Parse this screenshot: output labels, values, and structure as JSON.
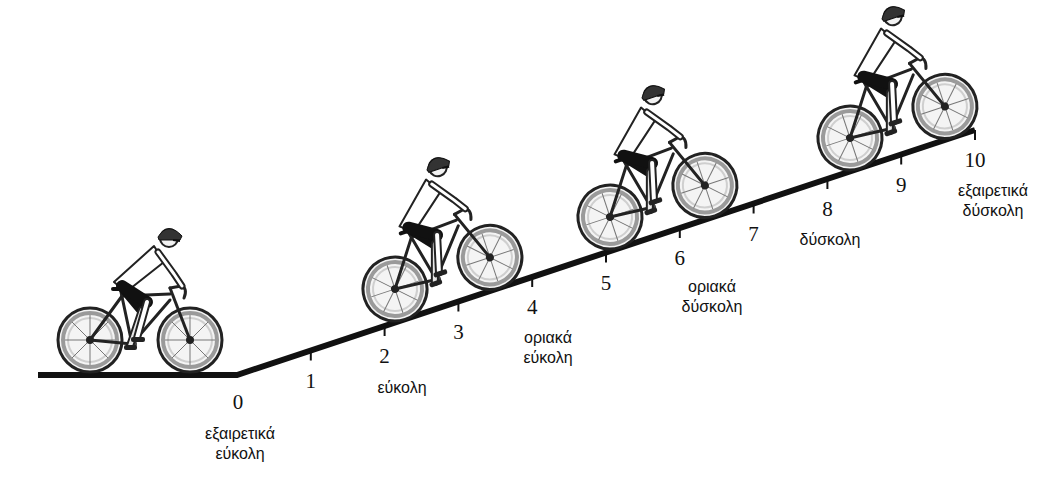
{
  "diagram": {
    "labels": [
      "0",
      "1",
      "2",
      "3",
      "4",
      "5",
      "6",
      "7",
      "8",
      "9",
      "10",
      "εξαιρετικά εύκολη",
      "εύκολη",
      "οριακά εύκολη",
      "οριακά δύσκολη",
      "δύσκολη",
      "εξαιρετικά δύσκολη"
    ]
  }
}
